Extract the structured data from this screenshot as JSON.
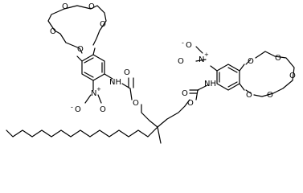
{
  "molecule": {
    "labels": {
      "O": "O",
      "NH": "NH",
      "nitro_pos": "N",
      "plus": "+",
      "oxide": "O",
      "minus": "-",
      "methyl": ""
    },
    "left_crown": {
      "ring_oxygens": [
        "O",
        "O",
        "O",
        "O",
        "O"
      ]
    },
    "right_crown": {
      "ring_oxygens": [
        "O",
        "O",
        "O",
        "O",
        "O"
      ]
    },
    "left_aromatic": {
      "carbamate_oxygen": "O",
      "carbamate_carbonyl": "O",
      "amide": "NH",
      "nitro_n": "N",
      "nitro_o_top": "O",
      "nitro_o_bottom": "O"
    },
    "right_aromatic": {
      "carbamate_oxygen": "O",
      "carbamate_carbonyl": "O",
      "amide": "NH",
      "nitro_n": "N",
      "nitro_o_top": "O",
      "nitro_o_bottom": "O"
    },
    "colors": {
      "bond": "#000000",
      "atom": "#000000",
      "background": "#ffffff"
    }
  }
}
